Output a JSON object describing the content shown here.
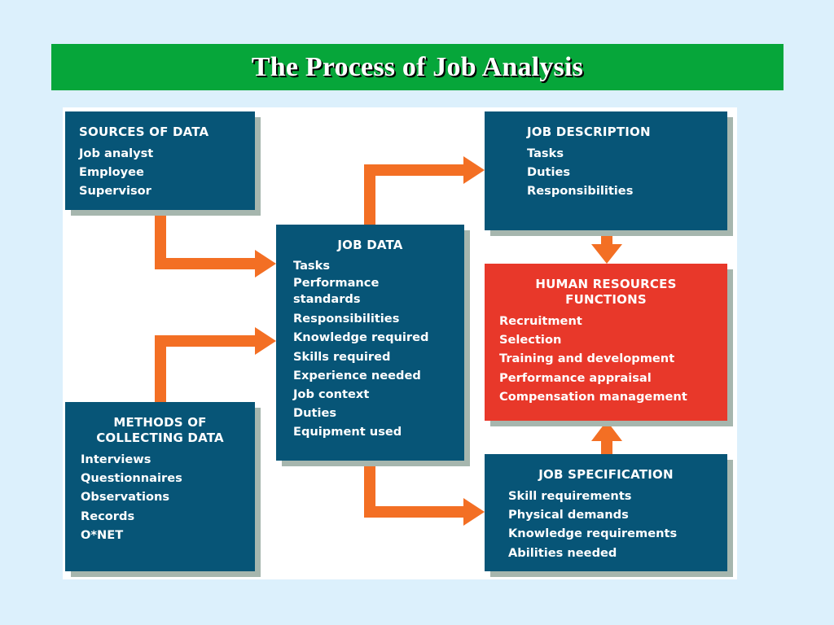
{
  "title": "The Process of Job Analysis",
  "colors": {
    "background": "#dcf0fc",
    "title_bar": "#06a63a",
    "box": "#075577",
    "hr_box": "#e8382a",
    "arrow": "#f36f24",
    "shadow": "#a6b6ae"
  },
  "sources": {
    "heading": "SOURCES OF DATA",
    "items": [
      "Job analyst",
      "Employee",
      "Supervisor"
    ]
  },
  "methods": {
    "heading_line1": "METHODS OF",
    "heading_line2": "COLLECTING DATA",
    "items": [
      "Interviews",
      "Questionnaires",
      "Observations",
      "Records",
      "O*NET"
    ]
  },
  "job_data": {
    "heading": "JOB DATA",
    "items": [
      "Tasks",
      "Performance",
      "standards",
      "Responsibilities",
      "Knowledge required",
      "Skills required",
      "Experience needed",
      "Job context",
      "Duties",
      "Equipment used"
    ]
  },
  "job_description": {
    "heading": "JOB DESCRIPTION",
    "items": [
      "Tasks",
      "Duties",
      "Responsibilities"
    ]
  },
  "hr_functions": {
    "heading_line1": "HUMAN RESOURCES",
    "heading_line2": "FUNCTIONS",
    "items": [
      "Recruitment",
      "Selection",
      "Training and development",
      "Performance appraisal",
      "Compensation management"
    ]
  },
  "job_specification": {
    "heading": "JOB SPECIFICATION",
    "items": [
      "Skill requirements",
      "Physical demands",
      "Knowledge requirements",
      "Abilities needed"
    ]
  }
}
